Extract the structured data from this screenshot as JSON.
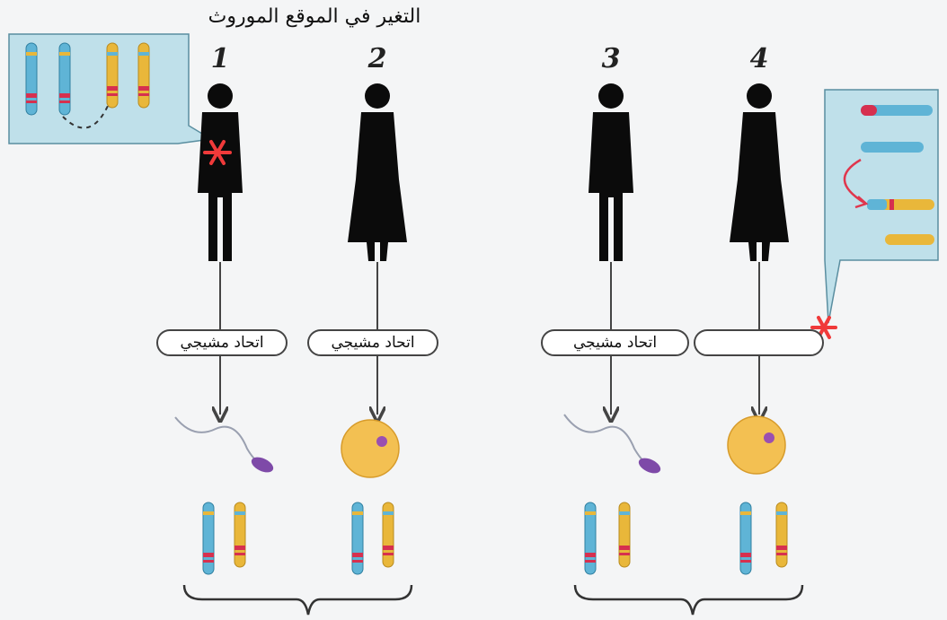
{
  "title": "التغير في الموقع الموروث",
  "persons": [
    {
      "number": "1"
    },
    {
      "number": "2"
    },
    {
      "number": "3"
    },
    {
      "number": "4"
    }
  ],
  "labels": {
    "gametogenesis_1": "اتحاد مشيجي",
    "gametogenesis_2": "اتحاد مشيجي",
    "gametogenesis_3": "اتحاد مشيجي",
    "gametogenesis_4": ""
  },
  "colors": {
    "chromosome_blue": "#5fb4d6",
    "chromosome_yellow": "#e9b73a",
    "band_red": "#d6304f",
    "callout_bg": "#bfe0ea",
    "egg": "#f3c052",
    "nucleus": "#9a4fb0",
    "mutation_star": "#f03a3a",
    "silhouette": "#0b0b0b"
  },
  "icons": {
    "mutation": "red-asterisk-icon",
    "man": "male-silhouette-icon",
    "woman": "female-silhouette-icon",
    "sperm": "sperm-cell-icon",
    "egg": "egg-cell-icon"
  }
}
